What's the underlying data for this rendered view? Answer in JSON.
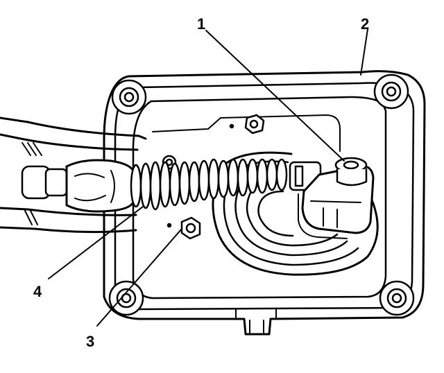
{
  "diagram": {
    "callouts": [
      {
        "id": "callout-1",
        "label": "1"
      },
      {
        "id": "callout-2",
        "label": "2"
      },
      {
        "id": "callout-3",
        "label": "3"
      },
      {
        "id": "callout-4",
        "label": "4"
      }
    ],
    "colors": {
      "line": "#000000",
      "background": "#ffffff",
      "light": "#ffffff"
    }
  }
}
